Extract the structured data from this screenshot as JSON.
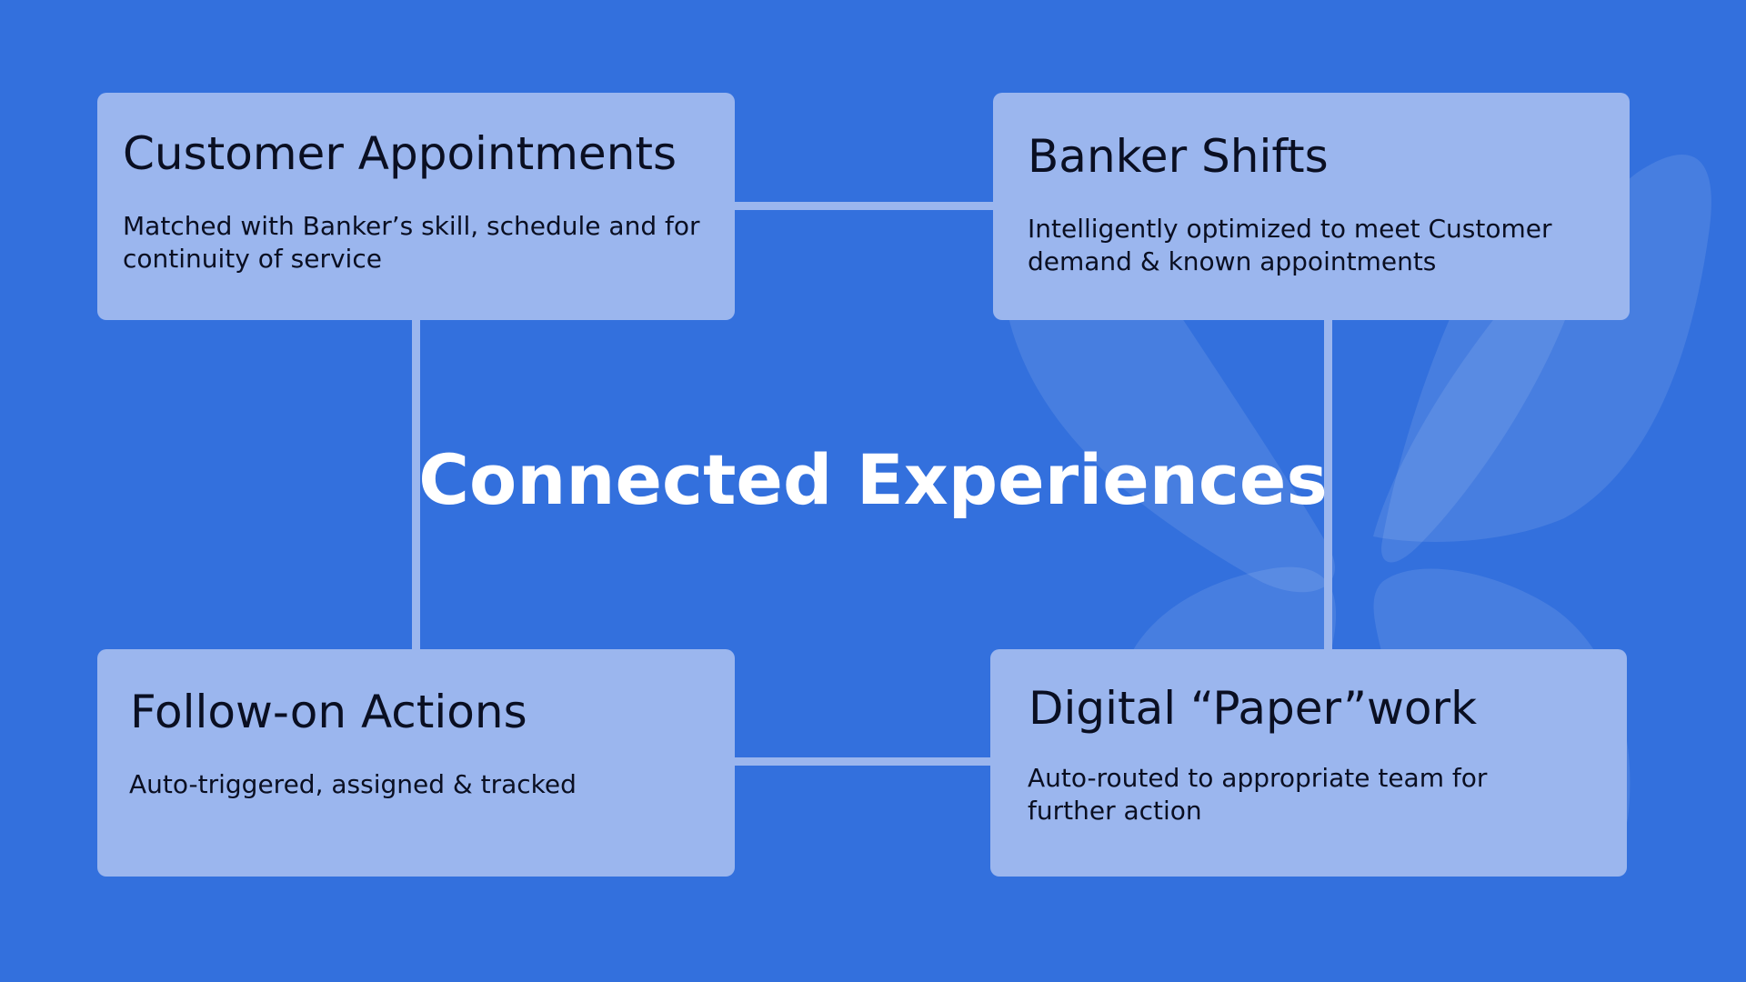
{
  "colors": {
    "background": "#3370dd",
    "box_fill": "#9bb6ee",
    "connector": "#9bb6ee",
    "title_text": "#ffffff",
    "box_text": "#0a0f22",
    "petal": "#ffffff"
  },
  "center_title": "Connected Experiences",
  "boxes": [
    {
      "id": "customer-appointments",
      "title": "Customer Appointments",
      "description": "Matched with Banker’s skill, schedule and for continuity of service"
    },
    {
      "id": "banker-shifts",
      "title": "Banker Shifts",
      "description": "Intelligently optimized to meet Customer demand & known appointments"
    },
    {
      "id": "follow-on-actions",
      "title": "Follow-on Actions",
      "description": "Auto-triggered, assigned & tracked"
    },
    {
      "id": "digital-paperwork",
      "title": "Digital “Paper”work",
      "description": "Auto-routed to appropriate team for further action"
    }
  ],
  "icons": {
    "background_graphic": "petal-flower-icon"
  }
}
